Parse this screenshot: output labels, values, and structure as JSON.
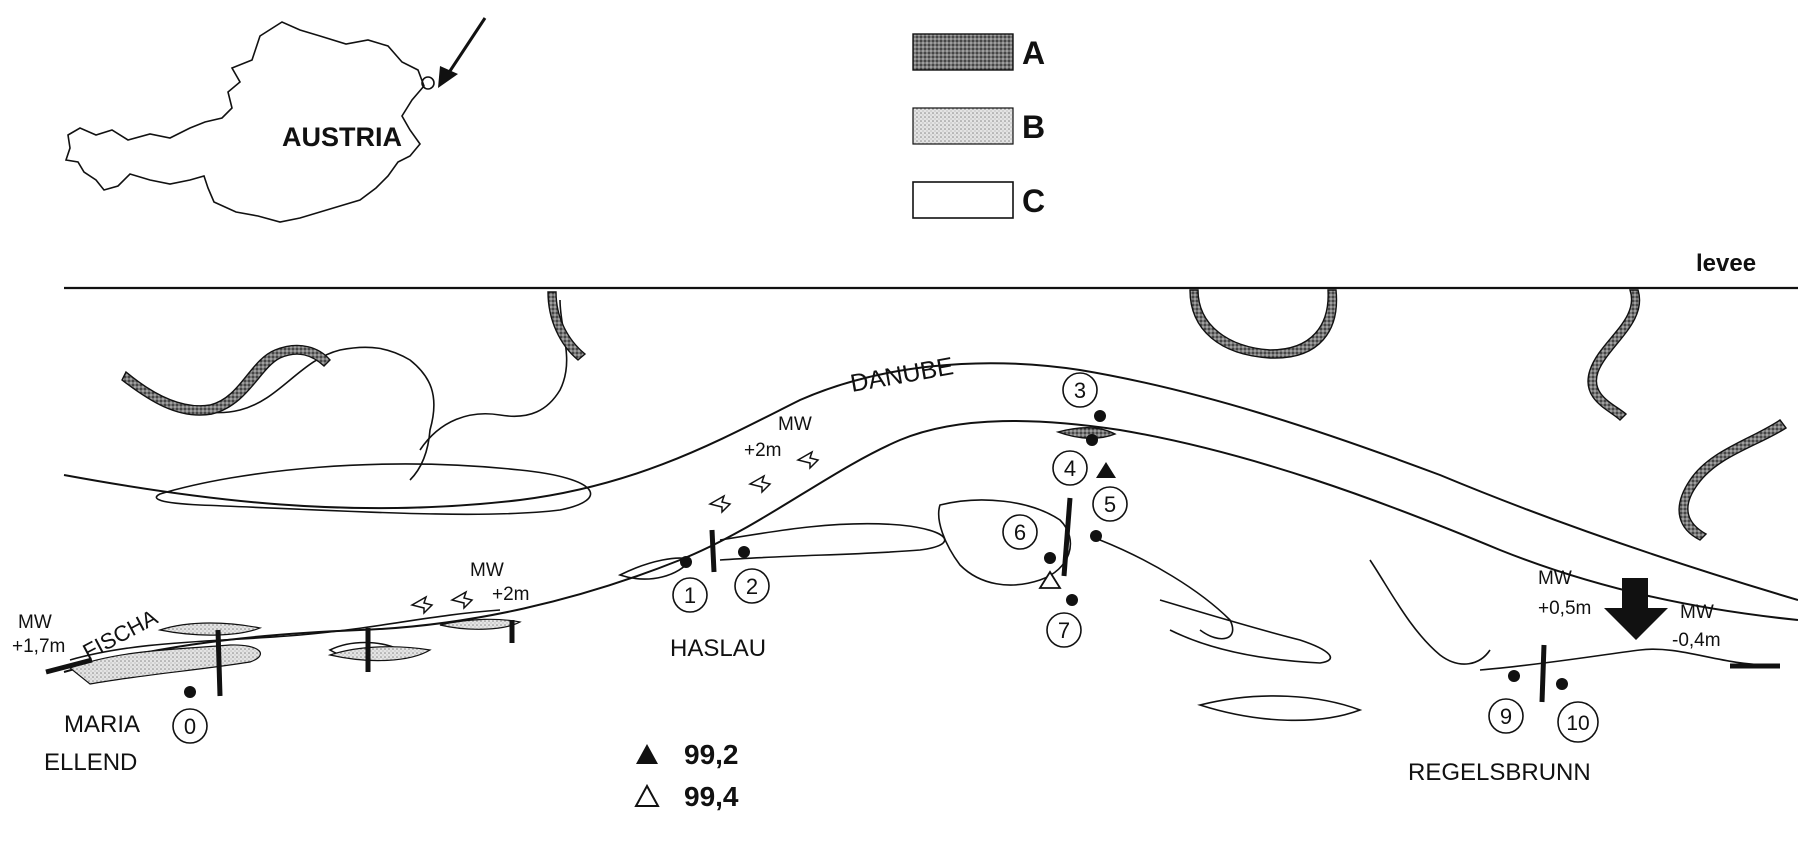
{
  "inset": {
    "country_label": "AUSTRIA"
  },
  "legend": {
    "items": [
      {
        "key": "A"
      },
      {
        "key": "B"
      },
      {
        "key": "C"
      }
    ]
  },
  "labels": {
    "levee": "levee",
    "danube": "DANUBE",
    "fischa": "FISCHA",
    "haslau": "HASLAU",
    "maria": "MARIA",
    "ellend": "ELLEND",
    "regelsbrunn": "REGELSBRUNN",
    "mw_fischa_1": "MW",
    "mw_fischa_2": "+1,7m",
    "mw_mid_1": "MW",
    "mw_mid_2": "+2m",
    "mw_upper_1": "MW",
    "mw_upper_2": "+2m",
    "mw_right_1": "MW",
    "mw_right_2": "+0,5m",
    "mw_far_1": "MW",
    "mw_far_2": "-0,4m"
  },
  "sites": [
    "0",
    "1",
    "2",
    "3",
    "4",
    "5",
    "6",
    "7",
    "9",
    "10"
  ],
  "values": {
    "filled_triangle": "99,2",
    "open_triangle": "99,4"
  }
}
